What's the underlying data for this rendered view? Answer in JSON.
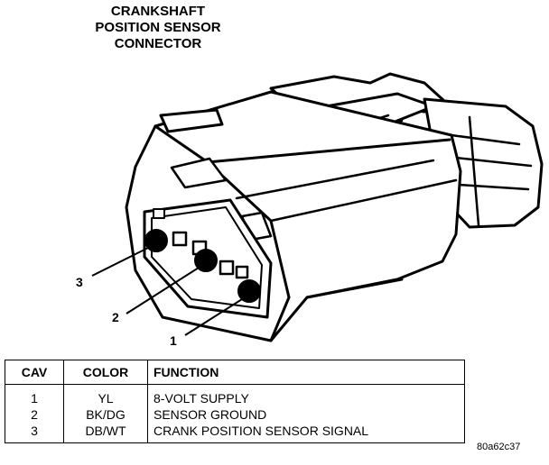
{
  "title": {
    "line1": "CRANKSHAFT",
    "line2": "POSITION SENSOR",
    "line3": "CONNECTOR"
  },
  "callouts": [
    "3",
    "2",
    "1"
  ],
  "table": {
    "headers": {
      "cav": "CAV",
      "color": "COLOR",
      "function": "FUNCTION"
    },
    "rows": [
      {
        "cav": "1",
        "color": "YL",
        "function": "8-VOLT SUPPLY"
      },
      {
        "cav": "2",
        "color": "BK/DG",
        "function": "SENSOR GROUND"
      },
      {
        "cav": "3",
        "color": "DB/WT",
        "function": "CRANK POSITION SENSOR SIGNAL"
      }
    ]
  },
  "figure_id": "80a62c37"
}
